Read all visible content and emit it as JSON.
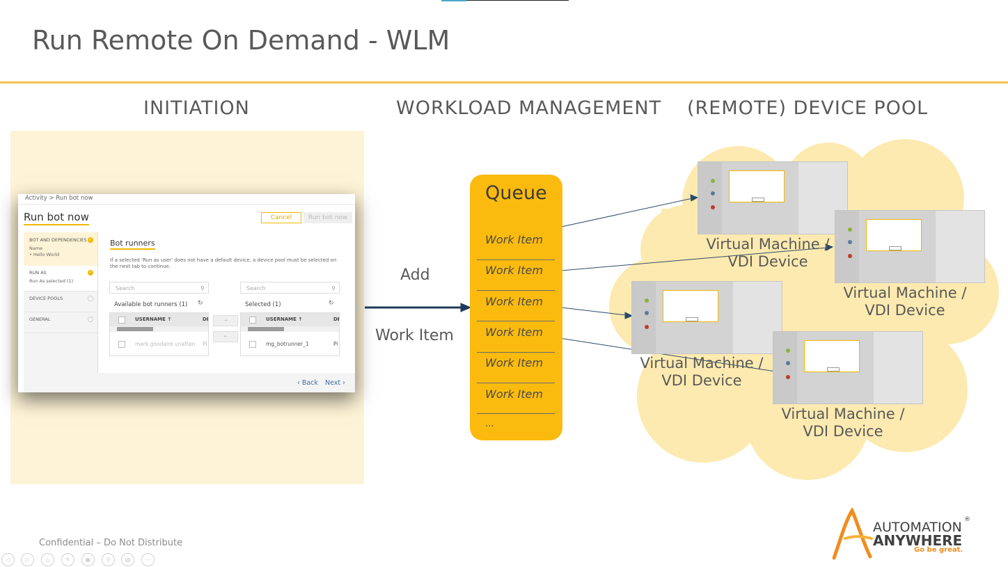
{
  "slide": {
    "title": "Run Remote On Demand - WLM",
    "columns": [
      "INITIATION",
      "WORKLOAD MANAGEMENT",
      "(REMOTE) DEVICE POOL"
    ],
    "confidential": "Confidential – Do Not Distribute"
  },
  "dialog": {
    "breadcrumb": "Activity  >  Run bot now",
    "title": "Run bot now",
    "cancel_label": "Cancel",
    "run_label": "Run bot now",
    "sidebar": [
      {
        "label": "BOT AND DEPENDENCIES",
        "sub1": "Name",
        "sub2": "• Hello World",
        "state": "done"
      },
      {
        "label": "RUN AS",
        "sub1": "Run As selected (1)",
        "sub2": "",
        "state": "done"
      },
      {
        "label": "DEVICE POOLS",
        "sub1": "",
        "sub2": "",
        "state": "pending"
      },
      {
        "label": "GENERAL",
        "sub1": "",
        "sub2": "",
        "state": "pending"
      }
    ],
    "section_title": "Bot runners",
    "note": "If a selected 'Run as user' does not have a default device, a device pool must be selected on the next tab to continue.",
    "left_panel": {
      "search_placeholder": "Search",
      "title": "Available bot runners  (1)",
      "col1": "USERNAME  ↑",
      "col2": "DE",
      "row": "mark.goodaire unatten",
      "row_col2": "Pi"
    },
    "right_panel": {
      "search_placeholder": "Search",
      "title": "Selected  (1)",
      "col1": "USERNAME  ↑",
      "col2": "DE",
      "row": "mg_botrunner_1",
      "row_col2": "Pi"
    },
    "back_label": "‹ Back",
    "next_label": "Next ›"
  },
  "flow": {
    "add_label": "Add",
    "work_item_label": "Work Item"
  },
  "queue": {
    "title": "Queue",
    "items": [
      "Work Item",
      "Work Item",
      "Work Item",
      "Work Item",
      "Work Item",
      "Work Item"
    ],
    "more": "..."
  },
  "devices": [
    {
      "line1": "Virtual Machine /",
      "line2": "VDI Device"
    },
    {
      "line1": "Virtual Machine /",
      "line2": "VDI Device"
    },
    {
      "line1": "Virtual Machine /",
      "line2": "VDI Device"
    },
    {
      "line1": "Virtual Machine /",
      "line2": "VDI Device"
    }
  ],
  "logo": {
    "line1": "AUTOMATION",
    "line2": "ANYWHERE",
    "tagline": "Go be great.",
    "registered": "®"
  },
  "colors": {
    "accent_yellow": "#fbbb0e",
    "cloud": "#fdeab0",
    "panel": "#fdf3d6",
    "arrow": "#1f3a5a",
    "logo_orange": "#f08c1e"
  }
}
